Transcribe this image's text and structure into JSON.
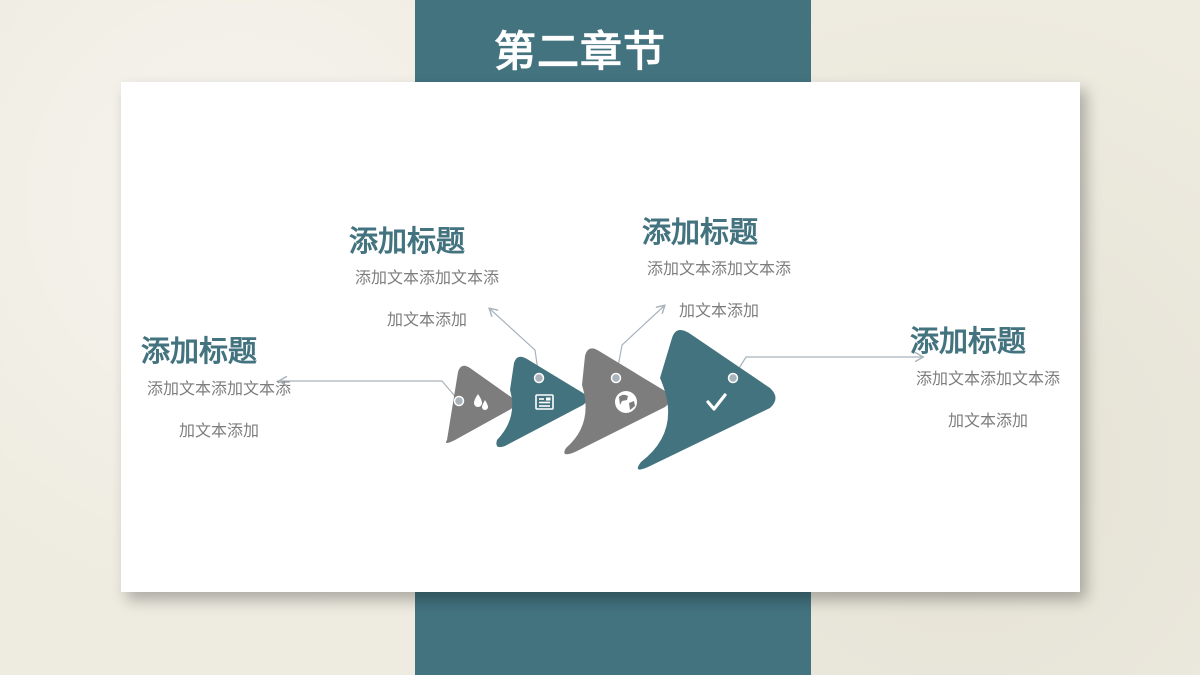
{
  "header": {
    "title": "第二章节"
  },
  "colors": {
    "teal": "#43737f",
    "gray": "#7d7d7d",
    "connector": "#a9b3bc"
  },
  "items": [
    {
      "title": "添加标题",
      "line1": "添加文本添加文本添",
      "line2": "加文本添加"
    },
    {
      "title": "添加标题",
      "line1": "添加文本添加文本添",
      "line2": "加文本添加"
    },
    {
      "title": "添加标题",
      "line1": "添加文本添加文本添",
      "line2": "加文本添加"
    },
    {
      "title": "添加标题",
      "line1": "添加文本添加文本添",
      "line2": "加文本添加"
    }
  ],
  "steps": [
    {
      "icon": "water-drops-icon",
      "color": "gray"
    },
    {
      "icon": "newspaper-icon",
      "color": "teal"
    },
    {
      "icon": "globe-icon",
      "color": "gray"
    },
    {
      "icon": "checkmark-icon",
      "color": "teal"
    }
  ]
}
